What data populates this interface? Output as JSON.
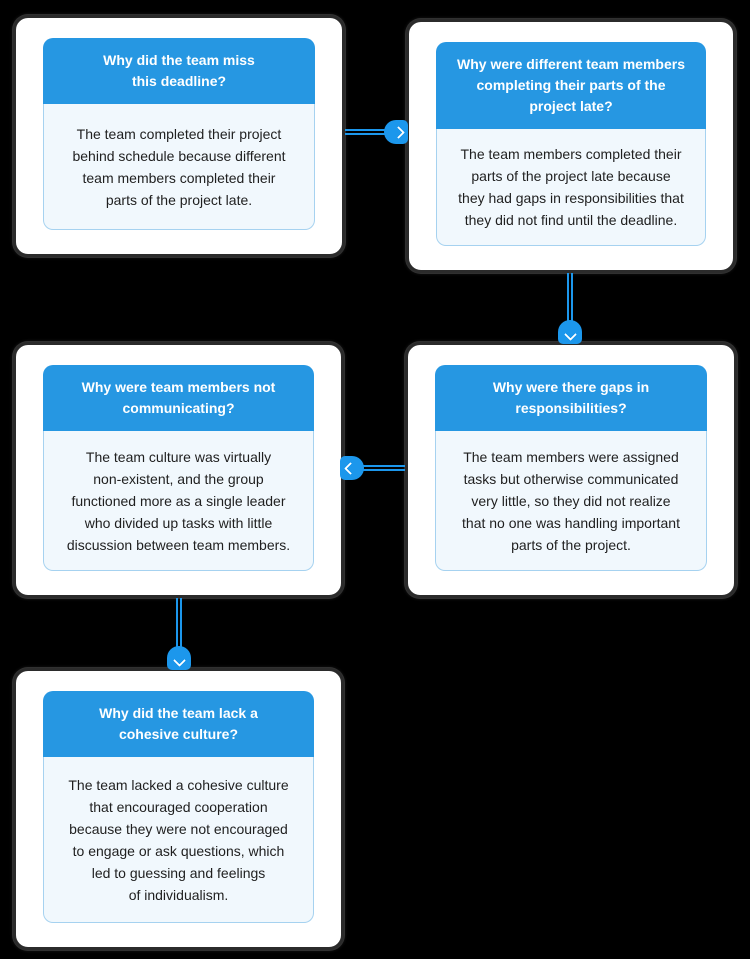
{
  "diagram": {
    "type": "five-whys-flowchart",
    "colors": {
      "header_blue": "#2697e2",
      "connector_blue": "#1c97ec",
      "body_bg": "#f1f8fd",
      "body_border": "#a6d2f0",
      "card_bg": "#ffffff",
      "card_border": "#2b2b2b",
      "header_text": "#ffffff",
      "body_text": "#1f1f1f",
      "page_bg": "#000000"
    },
    "cards": [
      {
        "id": "why-1",
        "title": "Why did the team miss\nthis deadline?",
        "body": "The team completed their project\nbehind schedule because different\nteam members completed their\nparts of the project late."
      },
      {
        "id": "why-2",
        "title": "Why were different team members\ncompleting their parts of the\nproject late?",
        "body": "The team members completed their\nparts of the project late because\nthey had gaps in responsibilities that\nthey did not find until the deadline."
      },
      {
        "id": "why-3",
        "title": "Why were there gaps in\nresponsibilities?",
        "body": "The team members were assigned\ntasks but otherwise communicated\nvery little, so they did not realize\nthat no one was handling important\nparts of the project."
      },
      {
        "id": "why-4",
        "title": "Why were team members not\ncommunicating?",
        "body": "The team culture was virtually\nnon-existent, and the group\nfunctioned more as a single leader\nwho divided up tasks with little\ndiscussion between team members."
      },
      {
        "id": "why-5",
        "title": "Why did the team lack a\ncohesive culture?",
        "body": "The team lacked a cohesive culture\nthat encouraged cooperation\nbecause they were not encouraged\nto engage or ask questions, which\nled to guessing and feelings\nof individualism."
      }
    ],
    "connectors": [
      {
        "from": "why-1",
        "to": "why-2",
        "direction": "right",
        "icon": "chevron-right-icon"
      },
      {
        "from": "why-2",
        "to": "why-3",
        "direction": "down",
        "icon": "chevron-down-icon"
      },
      {
        "from": "why-3",
        "to": "why-4",
        "direction": "left",
        "icon": "chevron-left-icon"
      },
      {
        "from": "why-4",
        "to": "why-5",
        "direction": "down",
        "icon": "chevron-down-icon"
      }
    ]
  }
}
